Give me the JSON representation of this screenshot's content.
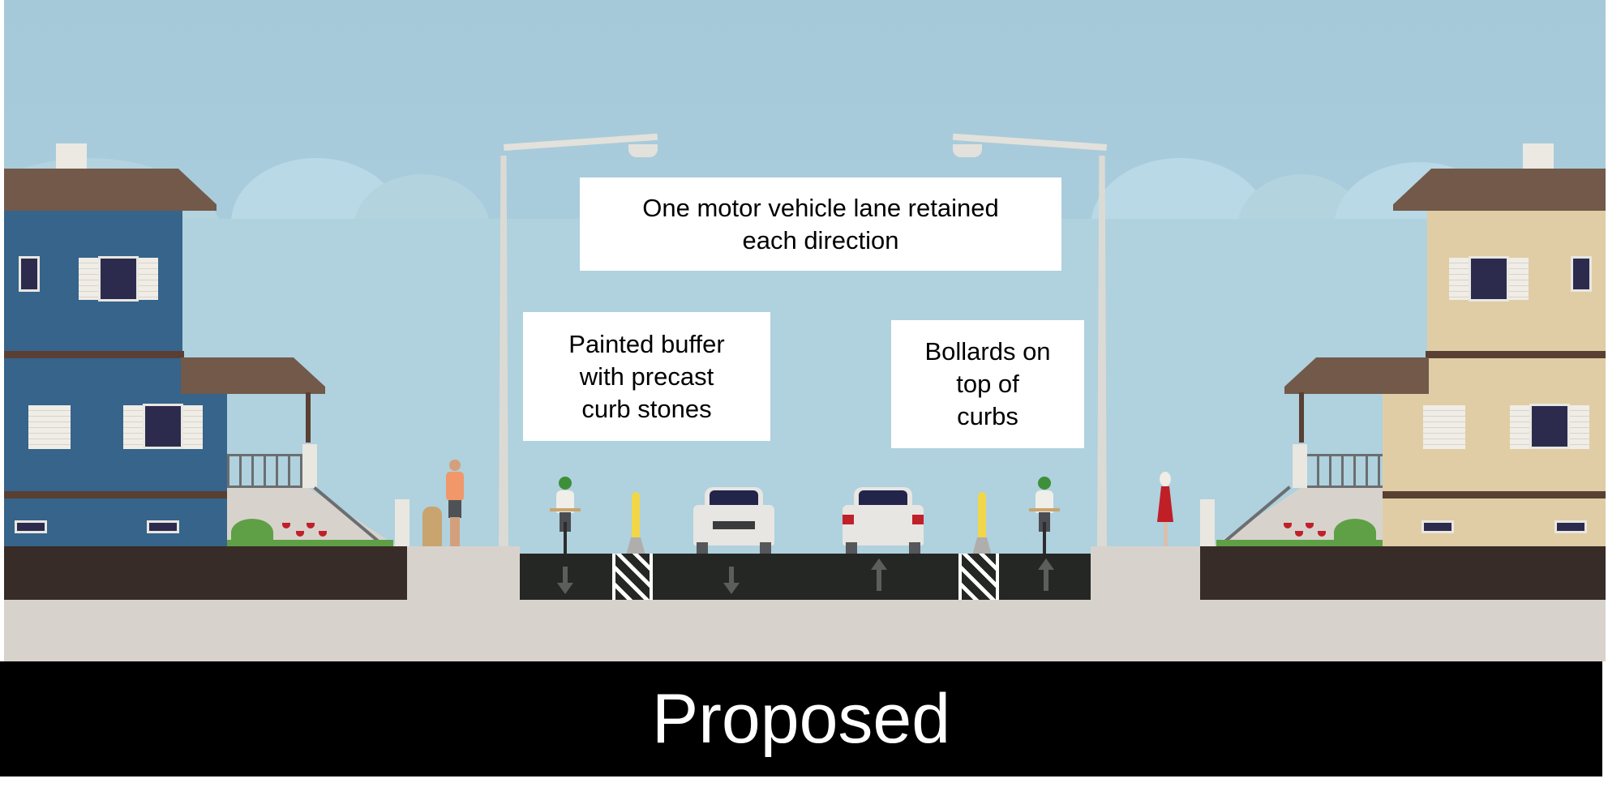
{
  "diagram": {
    "type": "street-cross-section",
    "caption": "Proposed",
    "labels": {
      "motor_lanes": [
        "One motor vehicle lane retained",
        "each direction"
      ],
      "painted_buffer": [
        "Painted buffer",
        "with precast",
        "curb stones"
      ],
      "bollards": [
        "Bollards on",
        "top of",
        "curbs"
      ]
    },
    "cross_section_left_to_right": [
      {
        "element": "house",
        "color": "blue"
      },
      {
        "element": "sidewalk",
        "figures": [
          "pedestrian",
          "dog"
        ]
      },
      {
        "element": "bike-lane",
        "direction": "down"
      },
      {
        "element": "painted-buffer-with-curb-and-bollard"
      },
      {
        "element": "travel-lane",
        "direction": "down",
        "vehicle": "car"
      },
      {
        "element": "travel-lane",
        "direction": "up",
        "vehicle": "car"
      },
      {
        "element": "painted-buffer-with-curb-and-bollard"
      },
      {
        "element": "bike-lane",
        "direction": "up"
      },
      {
        "element": "sidewalk",
        "figures": [
          "pedestrian"
        ]
      },
      {
        "element": "house",
        "color": "beige"
      }
    ],
    "colors": {
      "sky": "#a9cddd",
      "road": "#252725",
      "sidewalk": "#d7d3cc",
      "base": "#372c27",
      "house_left": "#36648b",
      "house_right": "#e0cda5",
      "roof": "#72594a",
      "bollard": "#f2d649",
      "caption_bar": "#000000",
      "caption_text": "#ffffff"
    }
  }
}
